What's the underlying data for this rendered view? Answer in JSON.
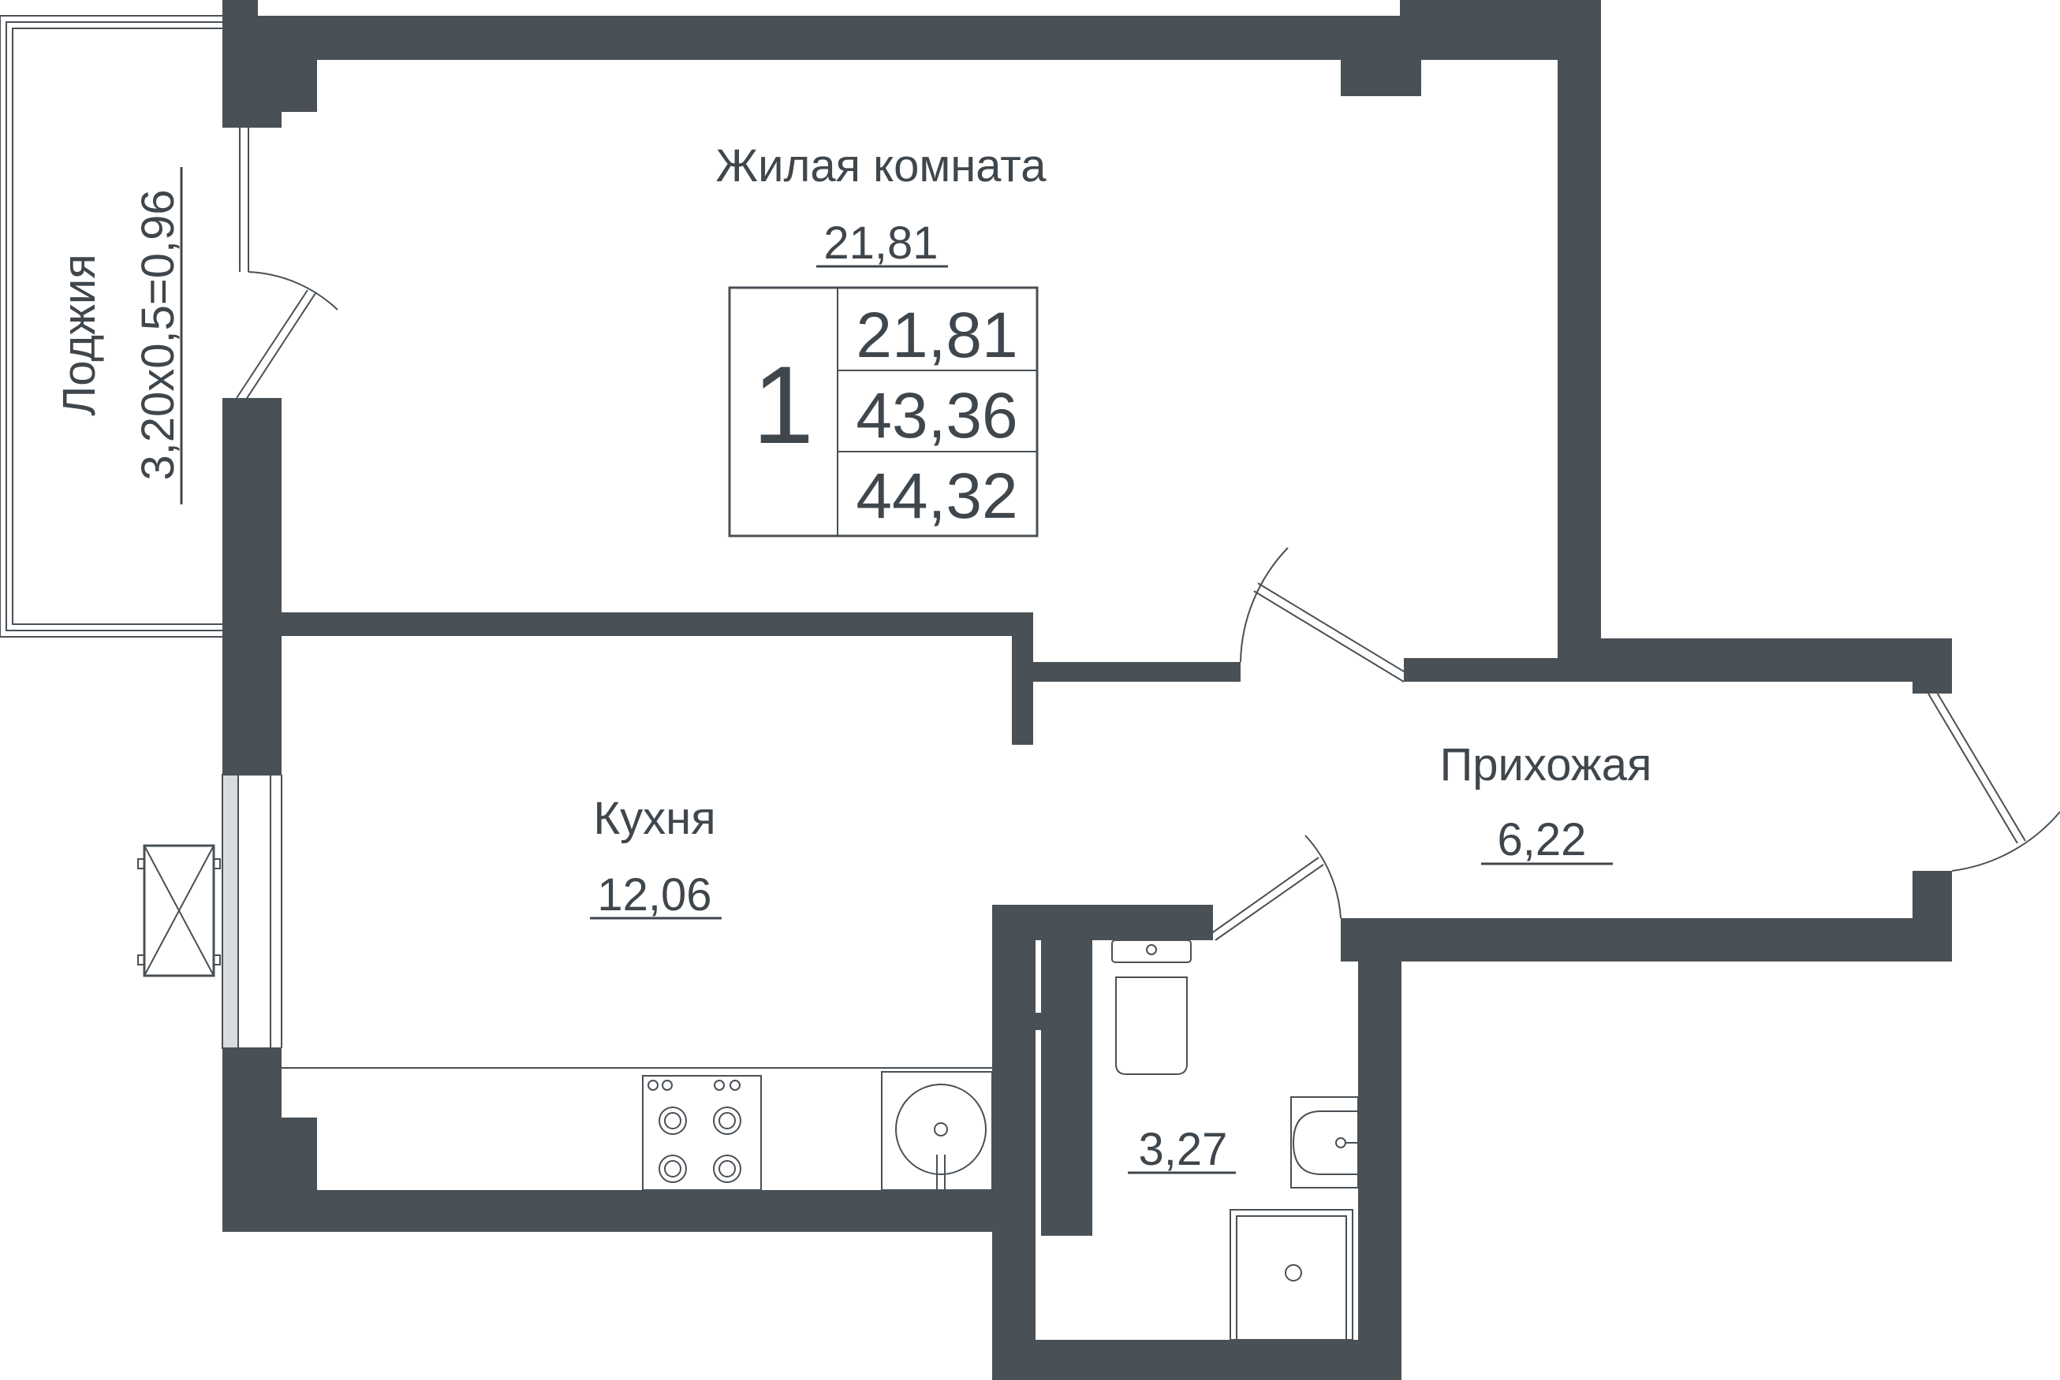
{
  "rooms": {
    "living": {
      "name": "Жилая комната",
      "area": "21,81"
    },
    "kitchen": {
      "name": "Кухня",
      "area": "12,06"
    },
    "hallway": {
      "name": "Прихожая",
      "area": "6,22"
    },
    "bathroom": {
      "area": "3,27"
    },
    "loggia": {
      "name": "Лоджия",
      "area": "3,20х0,5=0,96"
    }
  },
  "summary": {
    "rooms_count": "1",
    "living_area": "21,81",
    "total_area": "43,36",
    "total_with_loggia": "44,32"
  },
  "colors": {
    "wall": "#495056",
    "text": "#3f464c",
    "background": "#ffffff"
  }
}
